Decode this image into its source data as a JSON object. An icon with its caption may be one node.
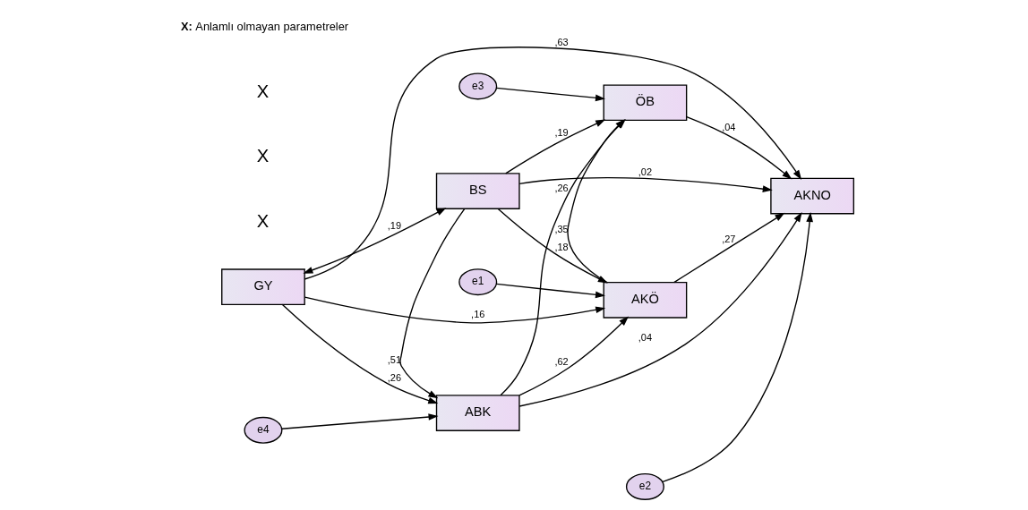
{
  "diagram": {
    "nodes": [
      {
        "text": [
          "GY"
        ]
      },
      {
        "text": [
          "ABK"
        ]
      },
      {
        "text": [
          "BS"
        ]
      },
      {
        "text": [
          "AKÖ"
        ]
      },
      {
        "text": [
          "ÖB"
        ]
      },
      {
        "text": [
          "AKNO"
        ]
      },
      {
        "text": [
          "e4"
        ]
      },
      {
        "text": [
          "e1"
        ]
      },
      {
        "text": [
          "e3"
        ]
      },
      {
        "text": [
          "e2"
        ]
      }
    ],
    "edges": [
      {
        "from": 0,
        "to": 2,
        "arrow": "both",
        "label": ",19"
      },
      {
        "from": 0,
        "to": 1,
        "arrow": "to",
        "label": ",26"
      },
      {
        "from": 0,
        "to": 3,
        "arrow": "to",
        "label": ",16"
      },
      {
        "from": 0,
        "to": 5,
        "arrow": "to",
        "label": ",63"
      },
      {
        "from": 6,
        "to": 1,
        "arrow": "to"
      },
      {
        "from": 7,
        "to": 3,
        "arrow": "to"
      },
      {
        "from": 9,
        "to": 5,
        "arrow": "to"
      },
      {
        "from": 1,
        "to": 3,
        "arrow": "to",
        "label": ",62"
      },
      {
        "from": 1,
        "to": 5,
        "arrow": "to",
        "label": ",04"
      },
      {
        "from": 3,
        "to": 5,
        "arrow": "to",
        "label": ",27"
      },
      {
        "from": 3,
        "to": 4,
        "arrow": "to",
        "label": ",35"
      },
      {
        "from": 8,
        "to": 4,
        "arrow": "to"
      },
      {
        "from": 1,
        "to": 4,
        "arrow": "to",
        "label": ",26"
      },
      {
        "from": 4,
        "to": 5,
        "arrow": "to",
        "label": ",04"
      },
      {
        "from": 2,
        "to": 1,
        "arrow": "to",
        "label": ",51"
      },
      {
        "from": 2,
        "to": 3,
        "arrow": "to",
        "label": ",18"
      },
      {
        "from": 2,
        "to": 4,
        "arrow": "to",
        "label": ",19"
      },
      {
        "from": 2,
        "to": 5,
        "arrow": "to",
        "label": ",02"
      }
    ],
    "labels": [
      "X",
      "X",
      "X",
      "**X:** Anlamlı olmayan parametreler"
    ]
  }
}
